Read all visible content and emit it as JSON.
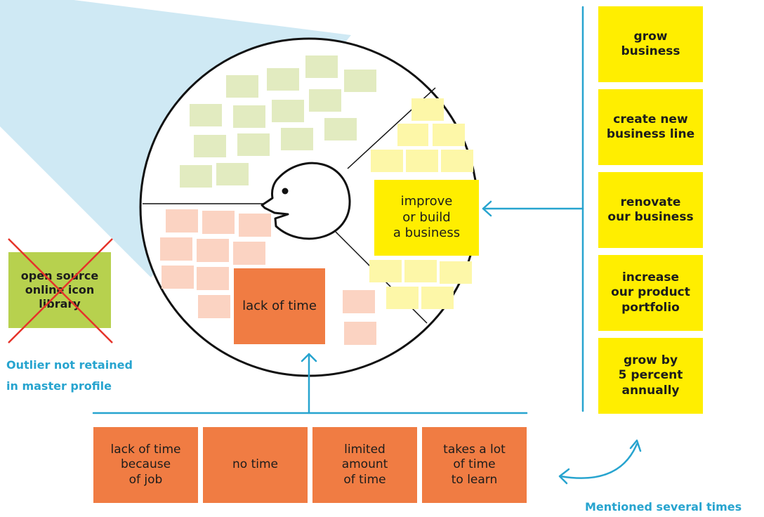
{
  "colors": {
    "accent_line": "#27a4cf",
    "sky": "#cfe9f4",
    "green_sticky": "#e2ebc0",
    "peach_sticky": "#fbd3c2",
    "yellow_sticky": "#fdf7a8",
    "yellow_note": "#ffee00",
    "orange_note": "#f07c43",
    "outlier_note": "#b7d14e",
    "cross": "#e5332a"
  },
  "center": {
    "yellow_label": "improve\nor build\na business",
    "orange_label": "lack of time"
  },
  "right_notes": [
    "grow\nbusiness",
    "create new\nbusiness line",
    "renovate\nour business",
    "increase\nour product\nportfolio",
    "grow by\n5 percent\nannually"
  ],
  "bottom_notes": [
    "lack of time\nbecause\nof job",
    "no time",
    "limited\namount\nof time",
    "takes a lot\nof time\nto learn"
  ],
  "outlier": {
    "label": "open source\nonline icon\nlibrary",
    "caption_line1": "Outlier not retained",
    "caption_line2": "in master profile"
  },
  "footer": {
    "mentioned": "Mentioned several times"
  }
}
